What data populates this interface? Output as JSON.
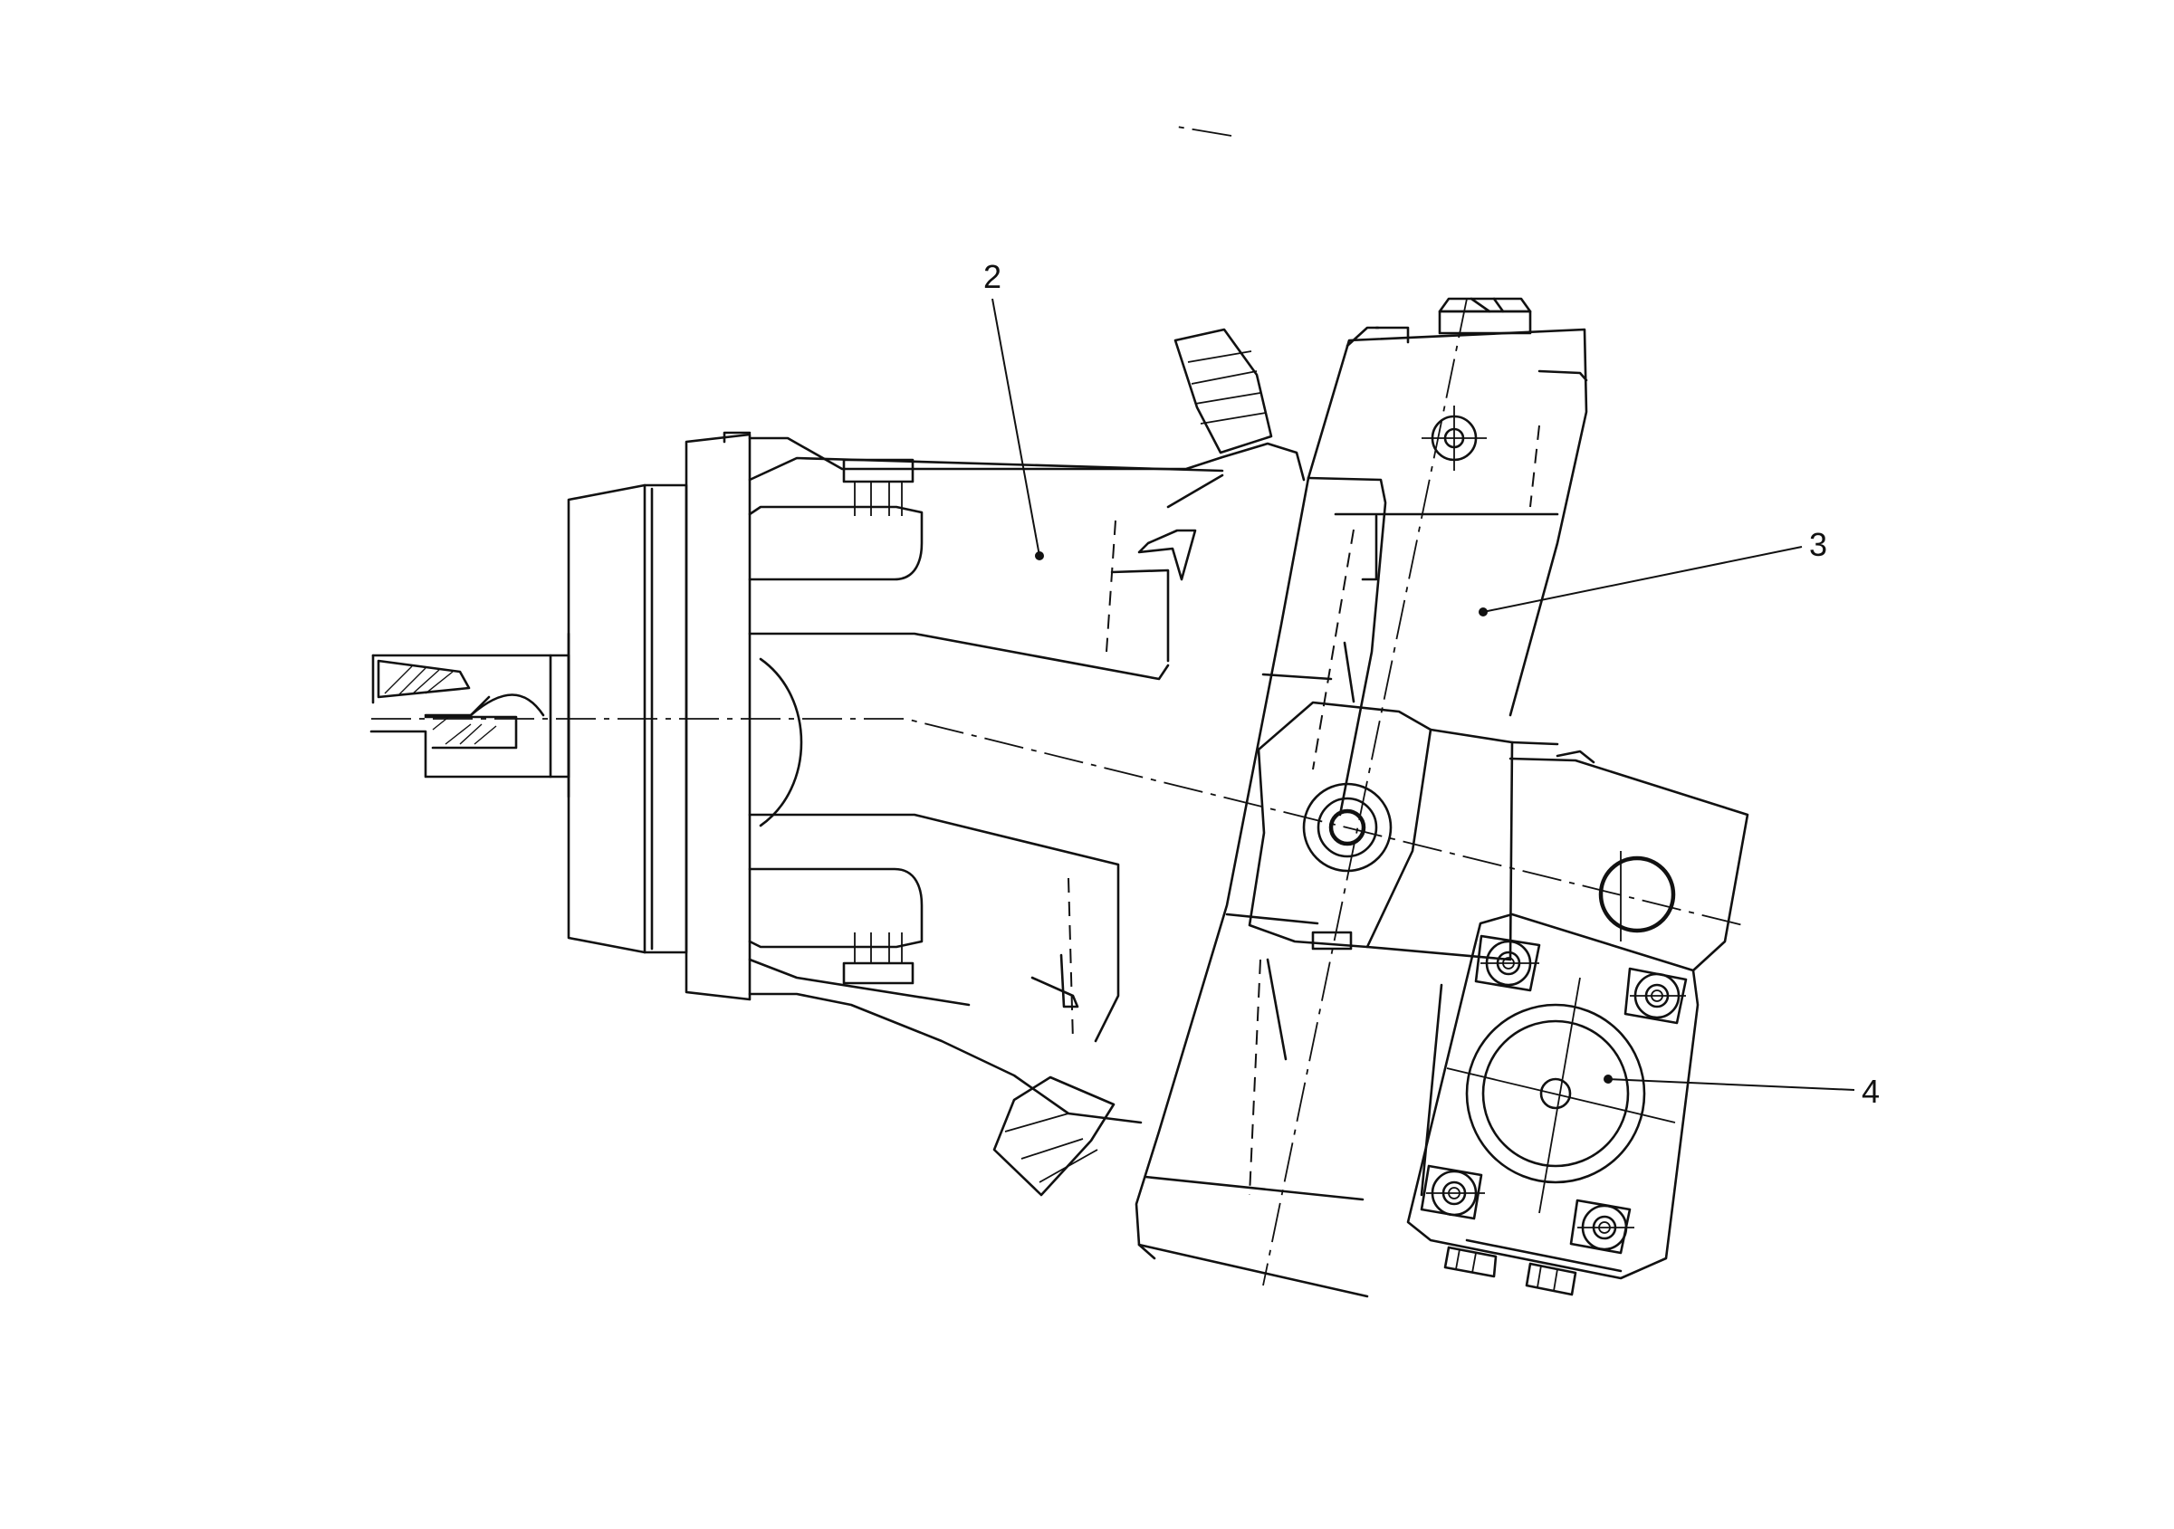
{
  "callouts": [
    {
      "id": "2",
      "label": "2"
    },
    {
      "id": "3",
      "label": "3"
    },
    {
      "id": "4",
      "label": "4"
    }
  ],
  "colors": {
    "line": "#111111",
    "background": "#ffffff"
  }
}
